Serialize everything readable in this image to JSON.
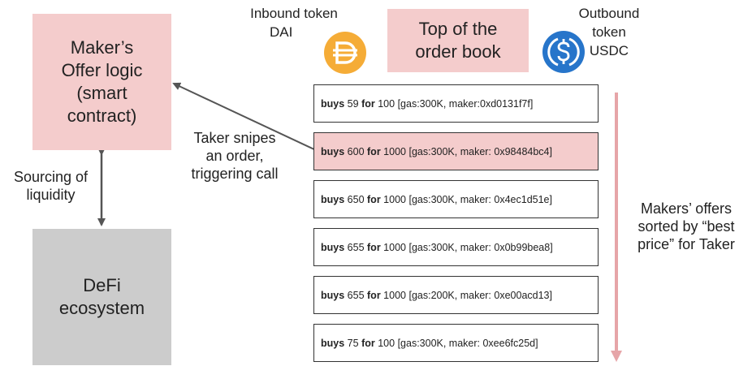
{
  "maker_box": {
    "lines": [
      "Maker’s",
      "Offer logic",
      "(smart",
      "contract)"
    ]
  },
  "defi_box": {
    "lines": [
      "DeFi",
      "ecosystem"
    ]
  },
  "top_box": {
    "lines": [
      "Top of the",
      "order book"
    ]
  },
  "inbound": {
    "lines": [
      "Inbound token",
      "DAI"
    ],
    "icon": "dai-coin-icon",
    "color": "#f5ac37"
  },
  "outbound": {
    "lines": [
      "Outbound",
      "token",
      "USDC"
    ],
    "icon": "usdc-coin-icon",
    "color": "#2775ca"
  },
  "sourcing_label": {
    "lines": [
      "Sourcing of",
      "liquidity"
    ]
  },
  "taker_label": {
    "lines": [
      "Taker snipes",
      "an order,",
      "triggering call"
    ]
  },
  "sorted_label": {
    "lines": [
      "Makers’ offers",
      "sorted by “best",
      "price” for Taker"
    ]
  },
  "order_words": {
    "buys": "buys",
    "for": "for"
  },
  "orders": [
    {
      "buy": "59",
      "amount": "100",
      "info": "[gas:300K, maker:0xd0131f7f]",
      "highlight": false
    },
    {
      "buy": "600",
      "amount": "1000",
      "info": "[gas:300K, maker:  0x98484bc4]",
      "highlight": true
    },
    {
      "buy": "650",
      "amount": "1000",
      "info": "[gas:300K, maker: 0x4ec1d51e]",
      "highlight": false
    },
    {
      "buy": "655",
      "amount": "1000",
      "info": "[gas:300K, maker: 0x0b99bea8]",
      "highlight": false
    },
    {
      "buy": "655",
      "amount": "1000",
      "info": "[gas:200K, maker: 0xe00acd13]",
      "highlight": false
    },
    {
      "buy": "75",
      "amount": "100",
      "info": "[gas:300K, maker: 0xee6fc25d]",
      "highlight": false
    }
  ],
  "colors": {
    "pink_box": "#f4cccc",
    "grey_box": "#cccccc",
    "sort_arrow": "#e6a5a8",
    "connector": "#555555"
  }
}
